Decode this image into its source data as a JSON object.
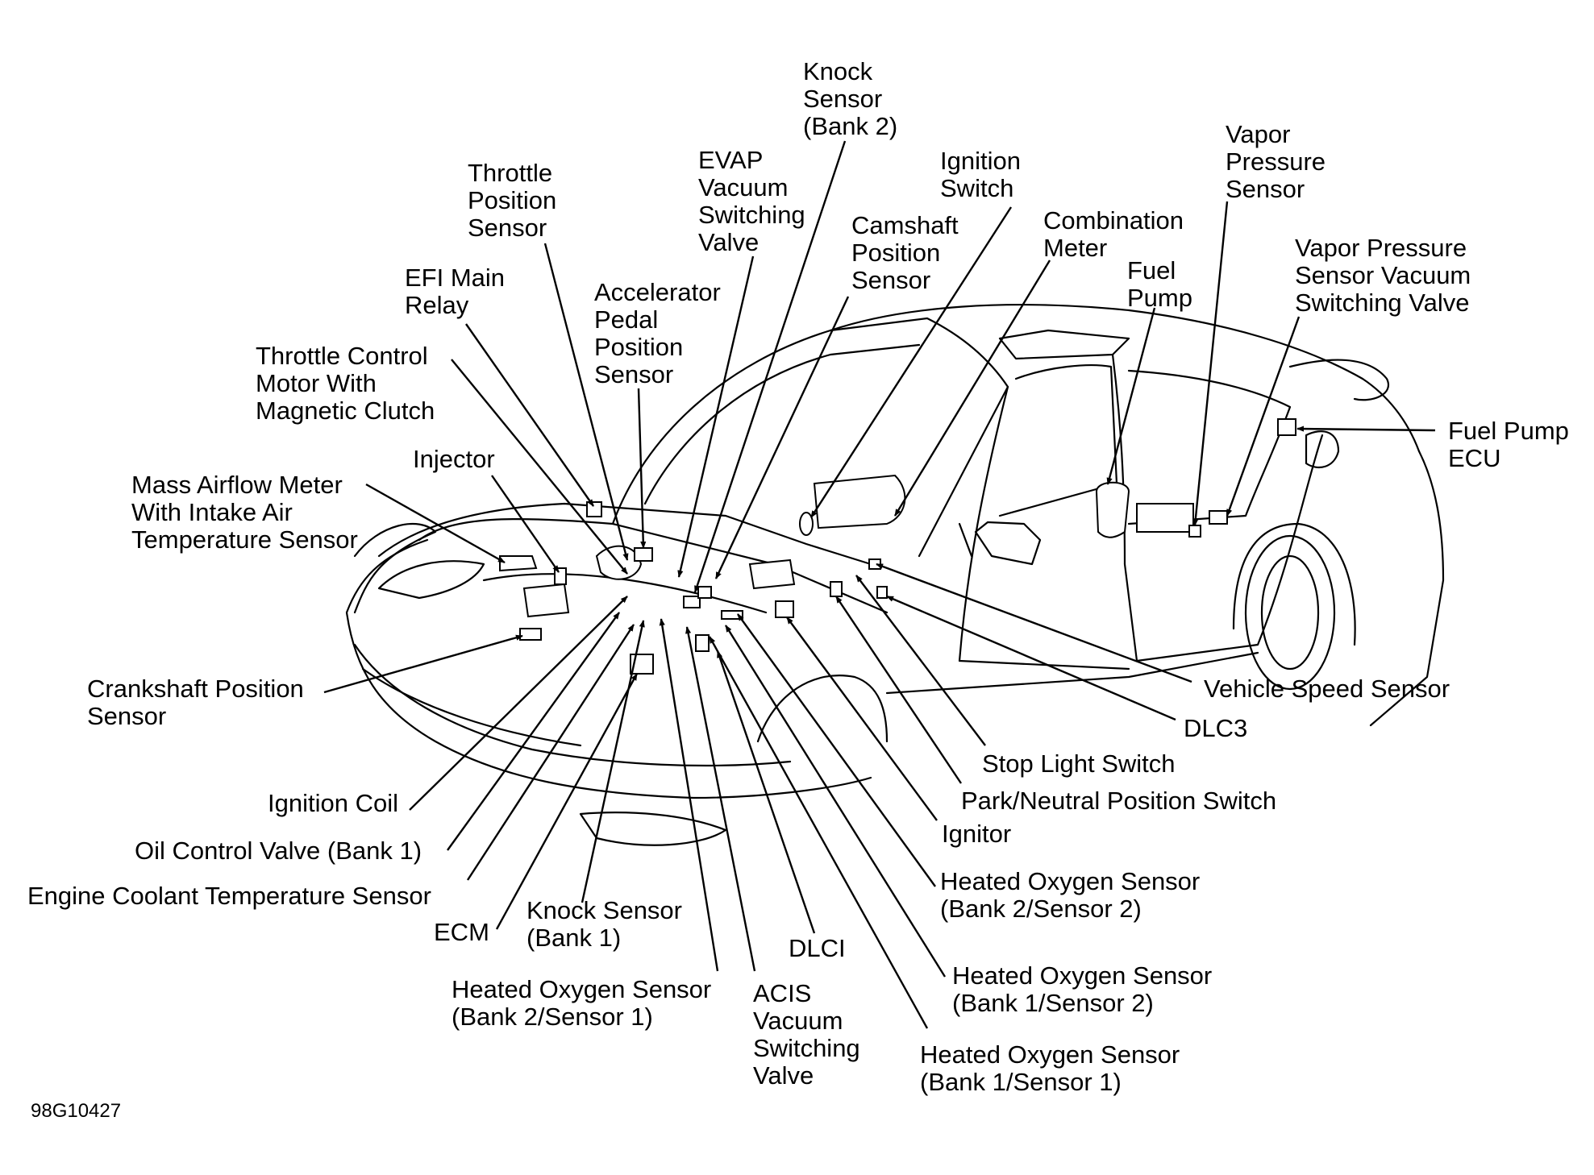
{
  "labels": {
    "knock_sensor_bank2": "Knock\nSensor\n(Bank 2)",
    "throttle_position_sensor": "Throttle\nPosition\nSensor",
    "evap_vacuum_switching_valve": "EVAP\nVacuum\nSwitching\nValve",
    "ignition_switch": "Ignition\nSwitch",
    "vapor_pressure_sensor": "Vapor\nPressure\nSensor",
    "camshaft_position_sensor": "Camshaft\nPosition\nSensor",
    "combination_meter": "Combination\nMeter",
    "efi_main_relay": "EFI Main\nRelay",
    "fuel_pump": "Fuel\nPump",
    "vapor_pressure_sensor_vsv": "Vapor Pressure\nSensor Vacuum\nSwitching Valve",
    "accelerator_pedal_position_sensor": "Accelerator\nPedal\nPosition\nSensor",
    "throttle_control_motor": "Throttle Control\nMotor With\nMagnetic Clutch",
    "fuel_pump_ecu": "Fuel Pump\nECU",
    "injector": "Injector",
    "mass_airflow_meter": "Mass Airflow Meter\nWith Intake Air\nTemperature Sensor",
    "crankshaft_position_sensor": "Crankshaft Position\nSensor",
    "vehicle_speed_sensor": "Vehicle Speed Sensor",
    "dlc3": "DLC3",
    "stop_light_switch": "Stop Light Switch",
    "ignition_coil": "Ignition Coil",
    "park_neutral_position_switch": "Park/Neutral Position Switch",
    "oil_control_valve_bank1": "Oil Control Valve (Bank 1)",
    "ignitor": "Ignitor",
    "heated_o2_b2s2": "Heated Oxygen Sensor\n(Bank 2/Sensor 2)",
    "engine_coolant_temp_sensor": "Engine Coolant Temperature Sensor",
    "ecm": "ECM",
    "knock_sensor_bank1": "Knock Sensor\n(Bank 1)",
    "dlci": "DLCI",
    "heated_o2_b1s2": "Heated Oxygen Sensor\n(Bank 1/Sensor 2)",
    "heated_o2_b2s1": "Heated Oxygen Sensor\n(Bank 2/Sensor 1)",
    "acis_vsv": "ACIS\nVacuum\nSwitching\nValve",
    "heated_o2_b1s1": "Heated Oxygen Sensor\n(Bank 1/Sensor 1)"
  },
  "figure_code": "98G10427",
  "colors": {
    "ink": "#000000",
    "background": "#ffffff"
  }
}
